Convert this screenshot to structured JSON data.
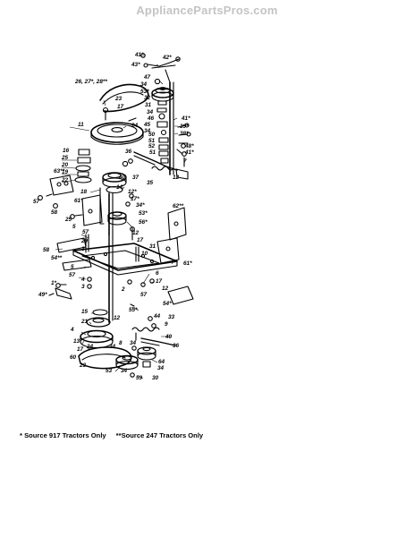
{
  "watermark": "AppliancePartsPros.com",
  "footnotes": {
    "source_917": "* Source 917 Tractors Only",
    "source_247": "**Source 247 Tractors Only"
  },
  "diagram": {
    "callouts": [
      "41*",
      "42*",
      "43*",
      "47",
      "34",
      "53*",
      "32",
      "31",
      "34",
      "46",
      "45",
      "34",
      "41*",
      "39*",
      "38*",
      "50",
      "51",
      "52",
      "51",
      "48*",
      "41*",
      "7",
      "26, 27*, 28**",
      "23",
      "17",
      "11",
      "24",
      "16",
      "25",
      "20",
      "19",
      "22",
      "36",
      "40",
      "37",
      "35",
      "12",
      "63**",
      "57",
      "58",
      "18",
      "14",
      "12*",
      "17*",
      "61*",
      "34*",
      "25",
      "56*",
      "53*",
      "5",
      "57",
      "12",
      "62**",
      "29",
      "17",
      "31",
      "3",
      "10",
      "58",
      "54**",
      "61*",
      "5",
      "57",
      "6",
      "17",
      "12",
      "4",
      "3",
      "1*",
      "49*",
      "2",
      "57",
      "54*",
      "55*",
      "15",
      "44",
      "33",
      "21",
      "12",
      "9",
      "4",
      "13",
      "24",
      "40",
      "36",
      "17",
      "34",
      "8",
      "34",
      "60",
      "23",
      "64",
      "53",
      "34",
      "34",
      "59",
      "30"
    ]
  }
}
